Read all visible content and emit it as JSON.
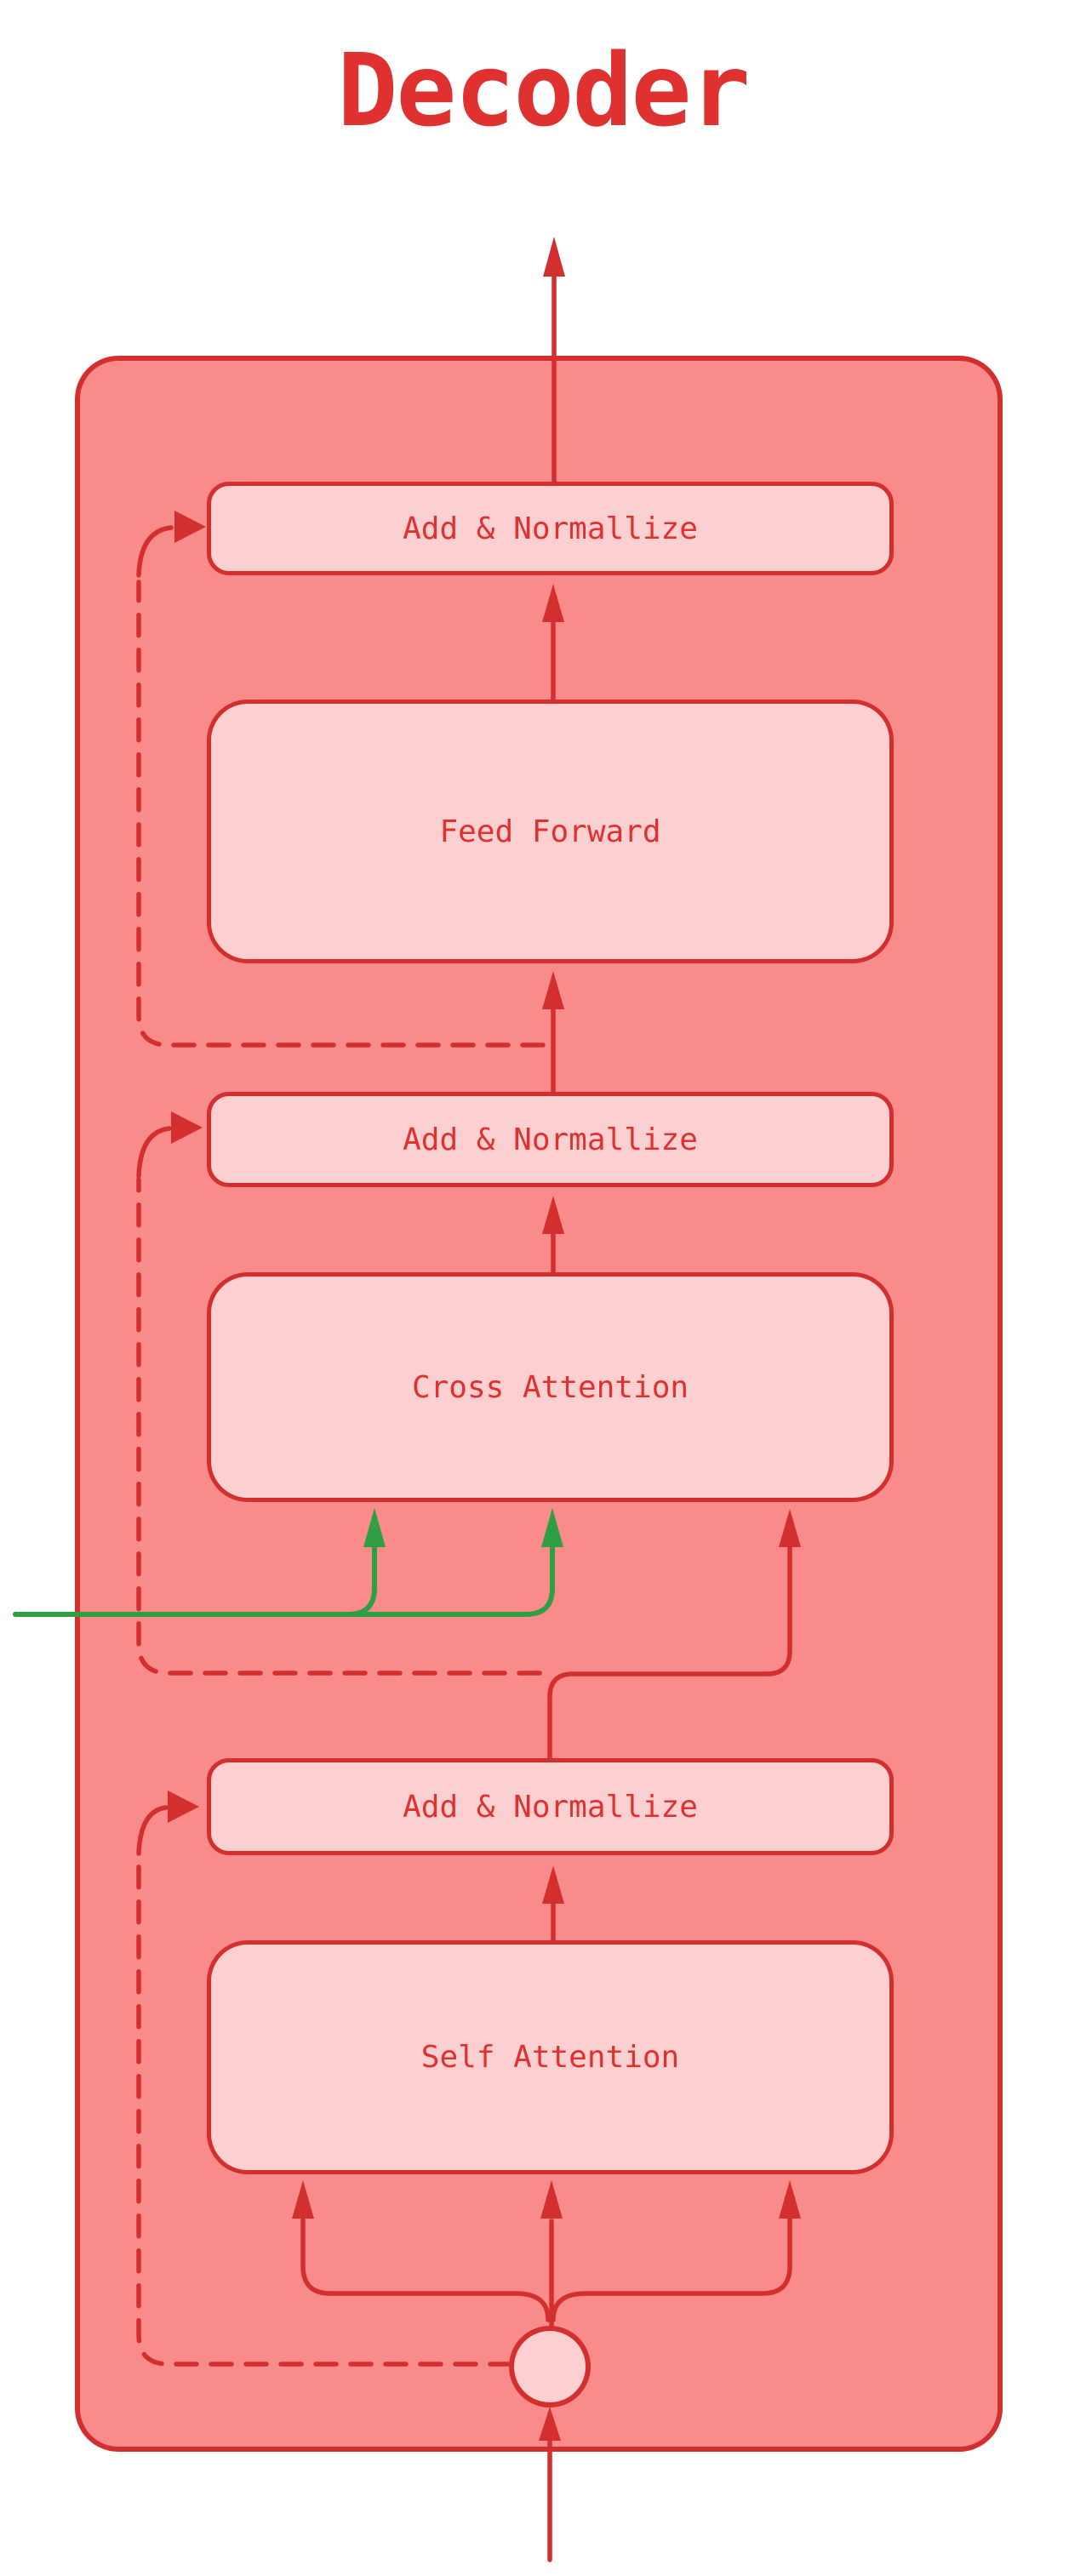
{
  "title": "Decoder",
  "container": {
    "name": "decoder-block"
  },
  "nodes": [
    {
      "id": "add-normallize-top",
      "label": "Add & Normallize",
      "shape": "rounded-rect"
    },
    {
      "id": "feed-forward",
      "label": "Feed Forward",
      "shape": "rounded-rect"
    },
    {
      "id": "add-normallize-middle",
      "label": "Add & Normallize",
      "shape": "rounded-rect"
    },
    {
      "id": "cross-attention",
      "label": "Cross Attention",
      "shape": "rounded-rect"
    },
    {
      "id": "add-normallize-bottom",
      "label": "Add & Normallize",
      "shape": "rounded-rect"
    },
    {
      "id": "self-attention",
      "label": "Self Attention",
      "shape": "rounded-rect"
    },
    {
      "id": "input-join",
      "label": "",
      "shape": "circle"
    }
  ],
  "edges": [
    {
      "from": "external-input-bottom",
      "to": "input-join",
      "style": "solid",
      "color": "red"
    },
    {
      "from": "input-join",
      "to": "self-attention",
      "style": "solid",
      "color": "red",
      "note": "forks into three arrows"
    },
    {
      "from": "self-attention",
      "to": "add-normallize-bottom",
      "style": "solid",
      "color": "red"
    },
    {
      "from": "input-join",
      "to": "add-normallize-bottom",
      "style": "dashed",
      "color": "red",
      "note": "residual connection"
    },
    {
      "from": "add-normallize-bottom",
      "to": "cross-attention",
      "style": "solid",
      "color": "red",
      "note": "query path, right arrow"
    },
    {
      "from": "encoder-output-left",
      "to": "cross-attention",
      "style": "solid",
      "color": "green",
      "note": "two green arrows from outside left"
    },
    {
      "from": "add-normallize-bottom",
      "to": "add-normallize-middle",
      "style": "dashed",
      "color": "red",
      "note": "residual connection"
    },
    {
      "from": "cross-attention",
      "to": "add-normallize-middle",
      "style": "solid",
      "color": "red"
    },
    {
      "from": "add-normallize-middle",
      "to": "feed-forward",
      "style": "solid",
      "color": "red"
    },
    {
      "from": "add-normallize-middle",
      "to": "add-normallize-top",
      "style": "dashed",
      "color": "red",
      "note": "residual connection"
    },
    {
      "from": "feed-forward",
      "to": "add-normallize-top",
      "style": "solid",
      "color": "red"
    },
    {
      "from": "add-normallize-top",
      "to": "external-output-top",
      "style": "solid",
      "color": "red"
    }
  ],
  "colors": {
    "stroke": "#d32f2f",
    "text": "#e03131",
    "container_fill": "#f98b8b",
    "box_fill": "#fcd0d0",
    "green": "#2f9e44",
    "background": "#ffffff"
  }
}
